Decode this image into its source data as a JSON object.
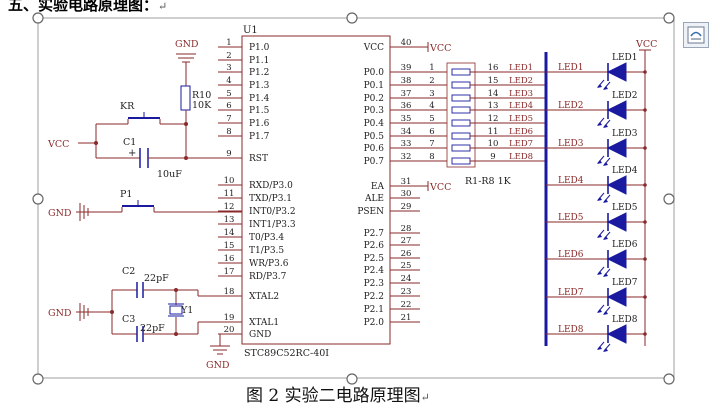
{
  "heading": "五、实验电路原理图：",
  "heading_mark": "↵",
  "caption": "图 2 实验二电路原理图",
  "caption_mark": "↵",
  "mcu": {
    "ref": "U1",
    "part": "STC89C52RC-40I",
    "left_pins": [
      {
        "num": "1",
        "name": "P1.0"
      },
      {
        "num": "2",
        "name": "P1.1"
      },
      {
        "num": "3",
        "name": "P1.2"
      },
      {
        "num": "4",
        "name": "P1.3"
      },
      {
        "num": "5",
        "name": "P1.4"
      },
      {
        "num": "6",
        "name": "P1.5"
      },
      {
        "num": "7",
        "name": "P1.6"
      },
      {
        "num": "8",
        "name": "P1.7"
      },
      {
        "num": "9",
        "name": "RST"
      },
      {
        "num": "10",
        "name": "RXD/P3.0"
      },
      {
        "num": "11",
        "name": "TXD/P3.1"
      },
      {
        "num": "12",
        "name": "INT0/P3.2"
      },
      {
        "num": "13",
        "name": "INT1/P3.3"
      },
      {
        "num": "14",
        "name": "T0/P3.4"
      },
      {
        "num": "15",
        "name": "T1/P3.5"
      },
      {
        "num": "16",
        "name": "WR/P3.6"
      },
      {
        "num": "17",
        "name": "RD/P3.7"
      },
      {
        "num": "18",
        "name": "XTAL2"
      },
      {
        "num": "19",
        "name": "XTAL1"
      },
      {
        "num": "20",
        "name": "GND"
      }
    ],
    "right_pins": [
      {
        "num": "40",
        "name": "VCC"
      },
      {
        "num": "39",
        "name": "P0.0"
      },
      {
        "num": "38",
        "name": "P0.1"
      },
      {
        "num": "37",
        "name": "P0.2"
      },
      {
        "num": "36",
        "name": "P0.3"
      },
      {
        "num": "35",
        "name": "P0.4"
      },
      {
        "num": "34",
        "name": "P0.5"
      },
      {
        "num": "33",
        "name": "P0.6"
      },
      {
        "num": "32",
        "name": "P0.7"
      },
      {
        "num": "31",
        "name": "EA"
      },
      {
        "num": "30",
        "name": "ALE"
      },
      {
        "num": "29",
        "name": "PSEN"
      },
      {
        "num": "28",
        "name": "P2.7"
      },
      {
        "num": "27",
        "name": "P2.6"
      },
      {
        "num": "26",
        "name": "P2.5"
      },
      {
        "num": "25",
        "name": "P2.4"
      },
      {
        "num": "24",
        "name": "P2.3"
      },
      {
        "num": "23",
        "name": "P2.2"
      },
      {
        "num": "22",
        "name": "P2.1"
      },
      {
        "num": "21",
        "name": "P2.0"
      }
    ]
  },
  "resnet": {
    "label": "R1-R8 1K",
    "in_pins": [
      "1",
      "2",
      "3",
      "4",
      "5",
      "6",
      "7",
      "8"
    ],
    "out_pins": [
      "16",
      "15",
      "14",
      "13",
      "12",
      "11",
      "10",
      "9"
    ],
    "nets": [
      "LED1",
      "LED2",
      "LED3",
      "LED4",
      "LED5",
      "LED6",
      "LED7",
      "LED8"
    ]
  },
  "leds": {
    "bus_labels": [
      "LED1",
      "LED2",
      "LED3",
      "LED4",
      "LED5",
      "LED6",
      "LED7",
      "LED8"
    ],
    "names": [
      "LED1",
      "LED2",
      "LED3",
      "LED4",
      "LED5",
      "LED6",
      "LED7",
      "LED8"
    ],
    "vcc": "VCC"
  },
  "reset": {
    "gnd": "GND",
    "r_ref": "R10",
    "r_val": "10K",
    "key": "KR",
    "c_ref": "C1",
    "c_val": "10uF",
    "vcc": "VCC",
    "plus": "+"
  },
  "p1": {
    "ref": "P1",
    "gnd": "GND"
  },
  "osc": {
    "c2": "C2",
    "c2_val": "22pF",
    "c3": "C3",
    "c3_val": "22pF",
    "y": "Y1",
    "gnd": "GND",
    "gnd2": "GND"
  },
  "vcc40": "VCC",
  "vcc31": "VCC"
}
